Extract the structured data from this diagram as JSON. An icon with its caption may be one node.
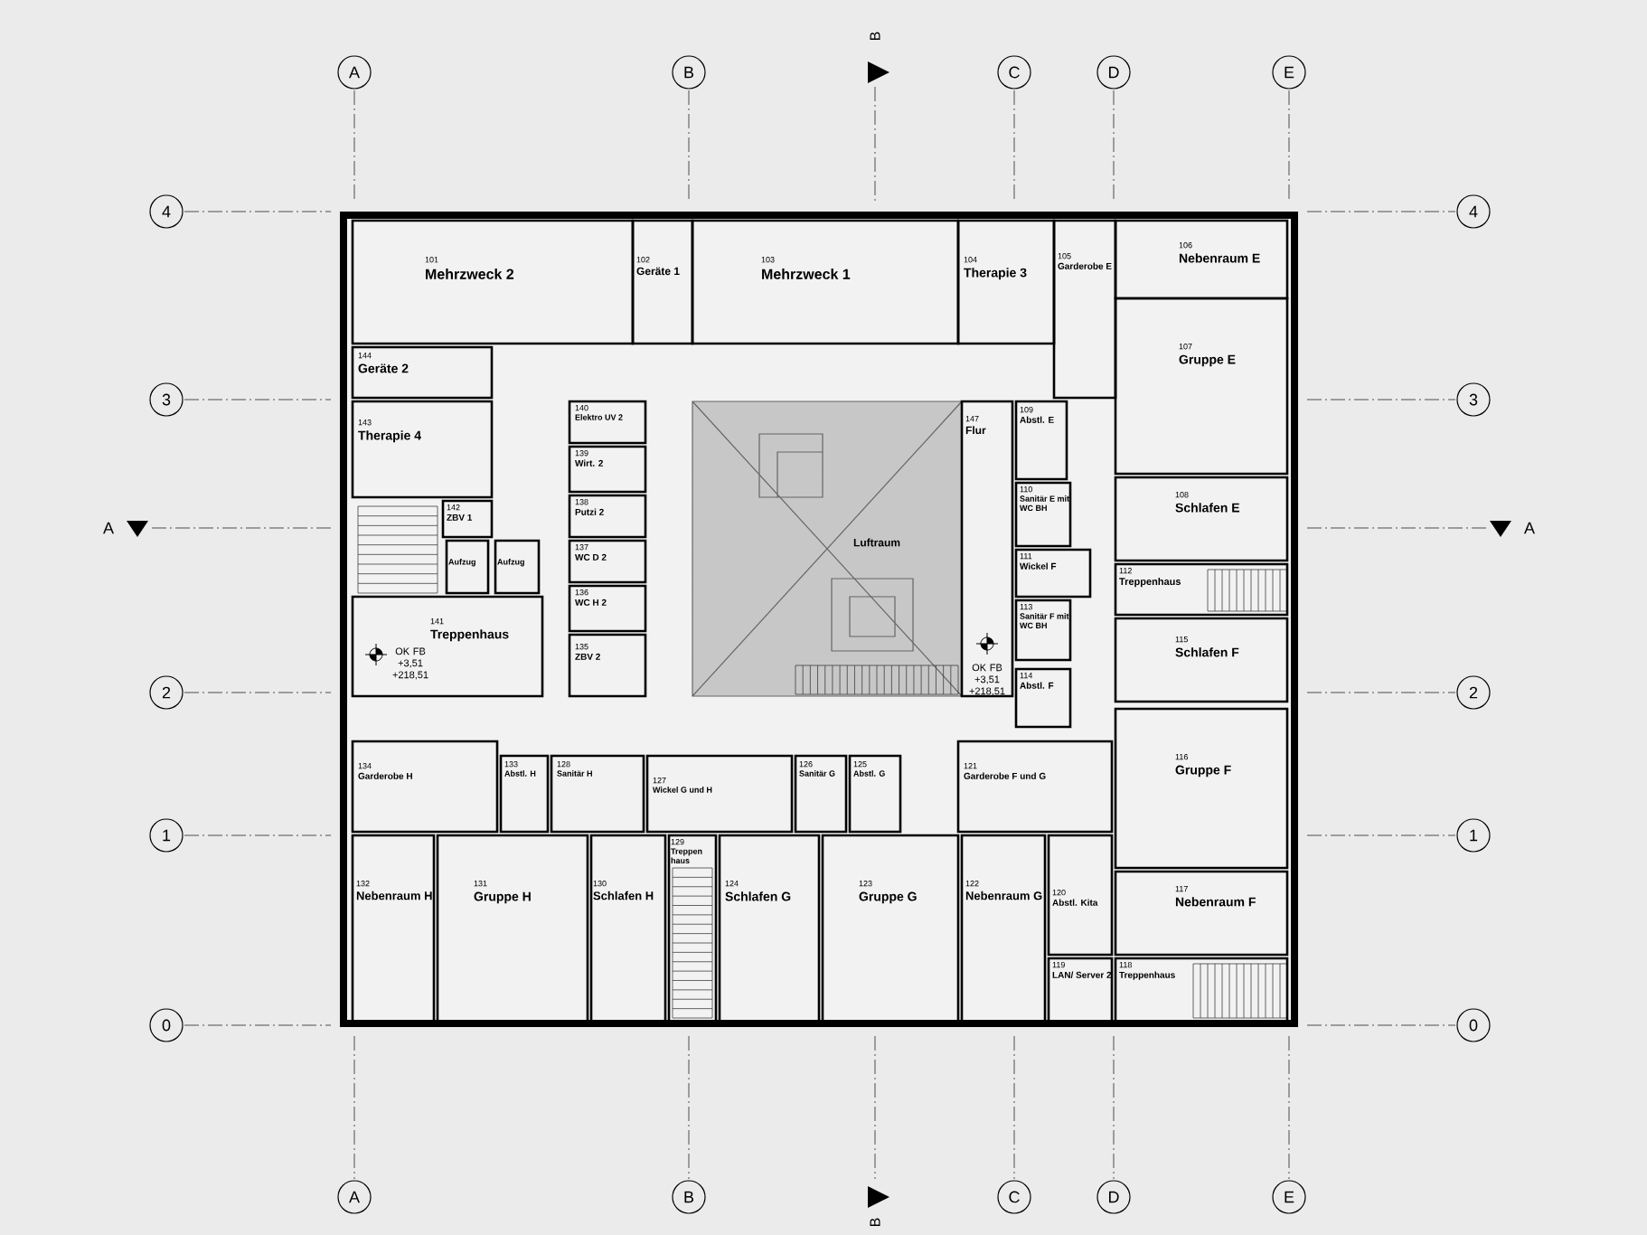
{
  "diagram": {
    "nodes": [
      {
        "text": [
          "101",
          "Mehrzweck 2"
        ]
      },
      {
        "text": [
          "102",
          "Geräte 1"
        ]
      },
      {
        "text": [
          "103",
          "Mehrzweck 1"
        ]
      },
      {
        "text": [
          "104",
          "Therapie 3"
        ]
      },
      {
        "text": [
          "105",
          "Garderobe E"
        ]
      },
      {
        "text": [
          "106",
          "Nebenraum E"
        ]
      },
      {
        "text": [
          "107",
          "Gruppe E"
        ]
      },
      {
        "text": [
          "144",
          "Geräte 2"
        ]
      },
      {
        "text": [
          "143",
          "Therapie 4"
        ]
      },
      {
        "text": [
          "142",
          "ZBV 1"
        ]
      },
      {
        "text": [
          "Aufzug"
        ]
      },
      {
        "text": [
          "Aufzug"
        ]
      },
      {
        "text": [
          "141",
          "Treppenhaus"
        ]
      },
      {
        "text": [
          "140",
          "Elektro UV 2"
        ]
      },
      {
        "text": [
          "139",
          "Wirt. 2"
        ]
      },
      {
        "text": [
          "138",
          "Putzi 2"
        ]
      },
      {
        "text": [
          "137",
          "WC D 2"
        ]
      },
      {
        "text": [
          "136",
          "WC H 2"
        ]
      },
      {
        "text": [
          "135",
          "ZBV 2"
        ]
      },
      {
        "text": [
          "147",
          "Flur"
        ]
      },
      {
        "text": [
          "109",
          "Abstl. E"
        ]
      },
      {
        "text": [
          "110",
          "Sanitär E mit WC BH"
        ]
      },
      {
        "text": [
          "111",
          "Wickel F"
        ]
      },
      {
        "text": [
          "113",
          "Sanitär F mit WC BH"
        ]
      },
      {
        "text": [
          "114",
          "Abstl. F"
        ]
      },
      {
        "text": [
          "108",
          "Schlafen E"
        ]
      },
      {
        "text": [
          "112",
          "Treppenhaus"
        ]
      },
      {
        "text": [
          "115",
          "Schlafen F"
        ]
      },
      {
        "text": [
          "116",
          "Gruppe F"
        ]
      },
      {
        "text": [
          "117",
          "Nebenraum F"
        ]
      },
      {
        "text": [
          "118",
          "Treppenhaus"
        ]
      },
      {
        "text": [
          "119",
          "LAN/ Server 2"
        ]
      },
      {
        "text": [
          "120",
          "Abstl. Kita"
        ]
      },
      {
        "text": [
          "121",
          "Garderobe F und G"
        ]
      },
      {
        "text": [
          "122",
          "Nebenraum G"
        ]
      },
      {
        "text": [
          "123",
          "Gruppe G"
        ]
      },
      {
        "text": [
          "124",
          "Schlafen G"
        ]
      },
      {
        "text": [
          "129",
          "Treppen haus"
        ]
      },
      {
        "text": [
          "125",
          "Abstl. G"
        ]
      },
      {
        "text": [
          "126",
          "Sanitär G"
        ]
      },
      {
        "text": [
          "127",
          "Wickel G und H"
        ]
      },
      {
        "text": [
          "128",
          "Sanitär H"
        ]
      },
      {
        "text": [
          "133",
          "Abstl. H"
        ]
      },
      {
        "text": [
          "134",
          "Garderobe H"
        ]
      },
      {
        "text": [
          "132",
          "Nebenraum H"
        ]
      },
      {
        "text": [
          "131",
          "Gruppe H"
        ]
      },
      {
        "text": [
          "130",
          "Schlafen H"
        ]
      }
    ],
    "labels": [
      "A",
      "B",
      "B",
      "C",
      "D",
      "E",
      "4",
      "4",
      "3",
      "3",
      "A",
      "A",
      "Luftraum",
      "OK FB +3,51 +218,51",
      "OK FB +3,51 +218,51",
      "2",
      "2",
      "1",
      "1",
      "0",
      "0",
      "A",
      "B",
      "B",
      "C",
      "D",
      "E"
    ]
  }
}
